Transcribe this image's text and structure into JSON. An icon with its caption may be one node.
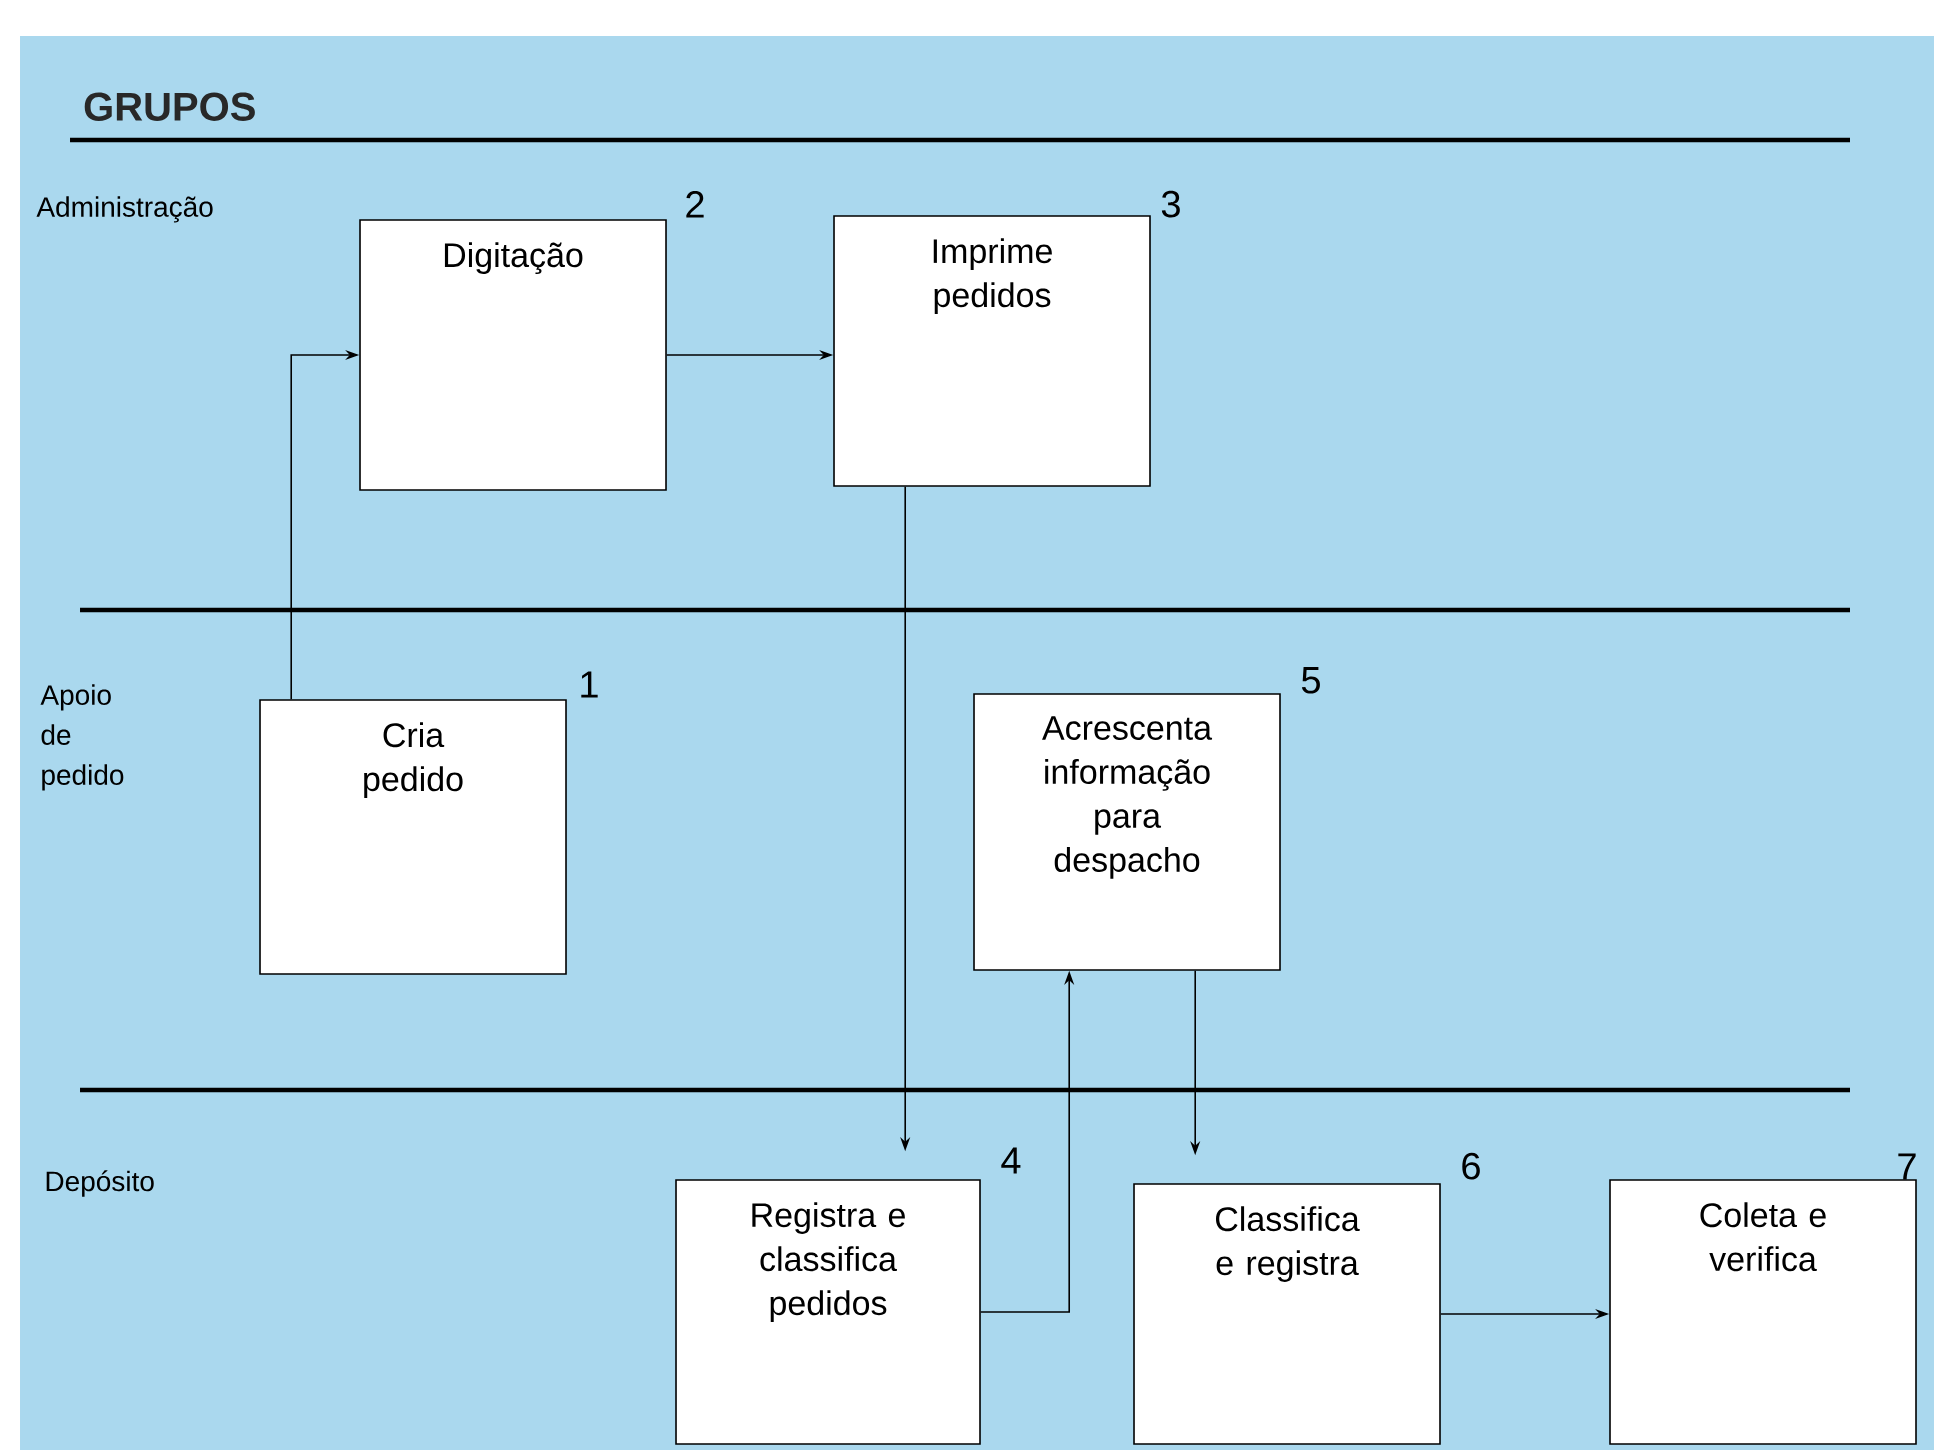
{
  "diagram": {
    "title": "GRUPOS",
    "nodes": [
      {
        "text": [
          "Digitação"
        ],
        "beside": [
          "2"
        ]
      },
      {
        "text": [
          "Imprime pedidos"
        ],
        "beside": [
          "3"
        ]
      },
      {
        "text": [
          "Cria pedido"
        ],
        "beside": [
          "1"
        ]
      },
      {
        "text": [
          "Acrescenta informação para despacho"
        ],
        "beside": [
          "5"
        ]
      },
      {
        "text": [
          "Registra e classifica pedidos"
        ],
        "beside": [
          "4"
        ]
      },
      {
        "text": [
          "Classifica e registra"
        ],
        "beside": [
          "6"
        ]
      },
      {
        "text": [
          "Coleta e verifica"
        ],
        "beside": [
          "7"
        ]
      }
    ],
    "edges": [
      {
        "from": 2,
        "to": 0,
        "arrow": "to"
      },
      {
        "from": 0,
        "to": 1,
        "arrow": "to"
      },
      {
        "from": 1,
        "to": 4,
        "arrow": "to"
      },
      {
        "from": 4,
        "to": 3,
        "arrow": "to"
      },
      {
        "from": 3,
        "to": 5,
        "arrow": "to"
      },
      {
        "from": 5,
        "to": 6,
        "arrow": "to"
      }
    ],
    "labels": [
      "Administração",
      "Apoio de pedido",
      "Depósito"
    ]
  }
}
